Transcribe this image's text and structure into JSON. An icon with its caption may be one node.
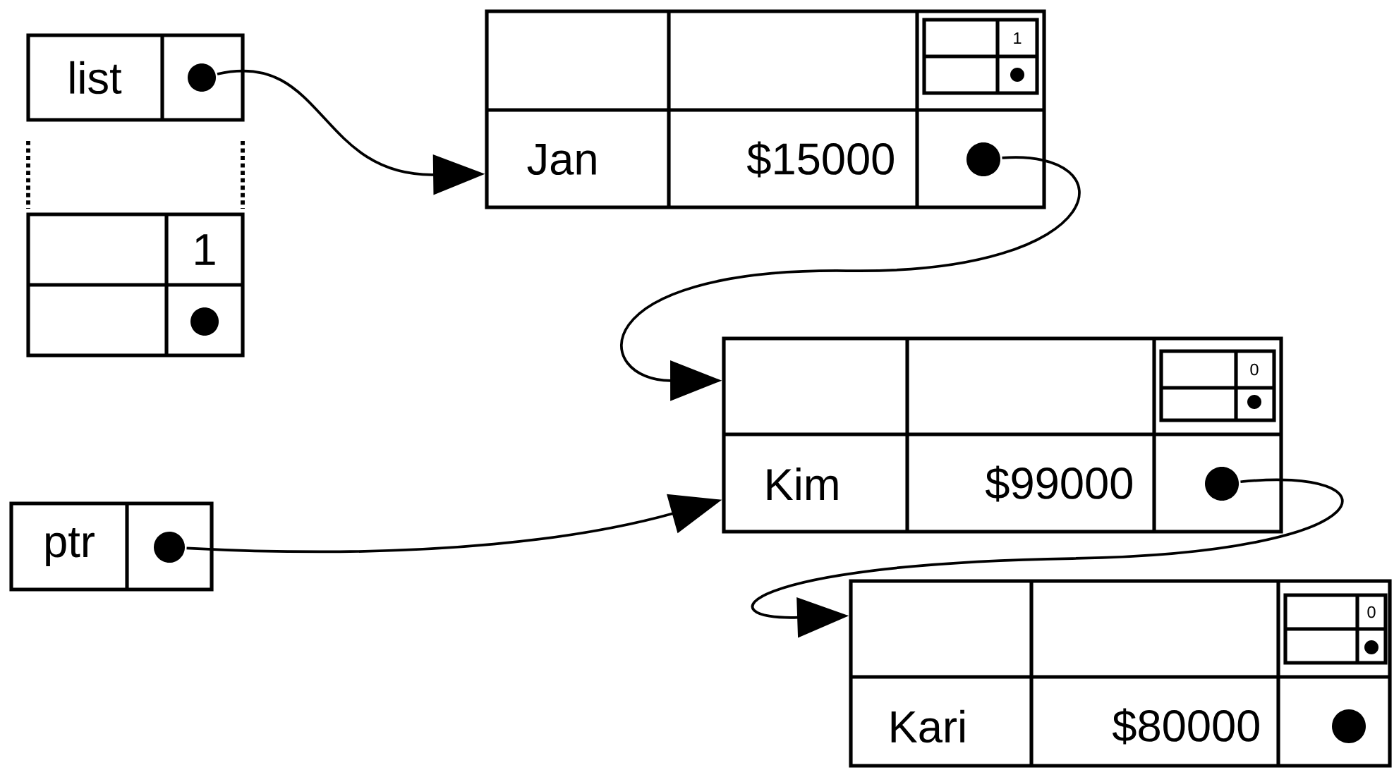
{
  "diagram": {
    "nodes": [
      {
        "text": [
          "list"
        ]
      },
      {
        "text": [],
        "shape": "circle",
        "in": 0
      },
      {
        "text": [
          "1"
        ]
      },
      {
        "text": [],
        "shape": "circle",
        "in": 2
      },
      {
        "text": [
          "Jan",
          "$15000"
        ]
      },
      {
        "text": [
          "1"
        ],
        "in": 4
      },
      {
        "text": [],
        "shape": "circle",
        "in": 5
      },
      {
        "text": [],
        "shape": "circle",
        "in": 4
      },
      {
        "text": [
          "Kim",
          "$99000"
        ]
      },
      {
        "text": [
          "0"
        ],
        "in": 8
      },
      {
        "text": [],
        "shape": "circle",
        "in": 9
      },
      {
        "text": [],
        "shape": "circle",
        "in": 8
      },
      {
        "text": [
          "ptr"
        ]
      },
      {
        "text": [],
        "shape": "circle",
        "in": 12
      },
      {
        "text": [
          "Kari",
          "$80000"
        ]
      },
      {
        "text": [
          "0"
        ],
        "in": 14
      },
      {
        "text": [],
        "shape": "circle",
        "in": 15
      },
      {
        "text": [],
        "shape": "circle",
        "in": 14
      }
    ],
    "edges": [
      {
        "from": 1,
        "to": 4,
        "arrow": "to"
      },
      {
        "from": 7,
        "to": 8,
        "arrow": "to"
      },
      {
        "from": 13,
        "to": 8,
        "arrow": "to"
      },
      {
        "from": 11,
        "to": 14,
        "arrow": "to"
      }
    ]
  }
}
